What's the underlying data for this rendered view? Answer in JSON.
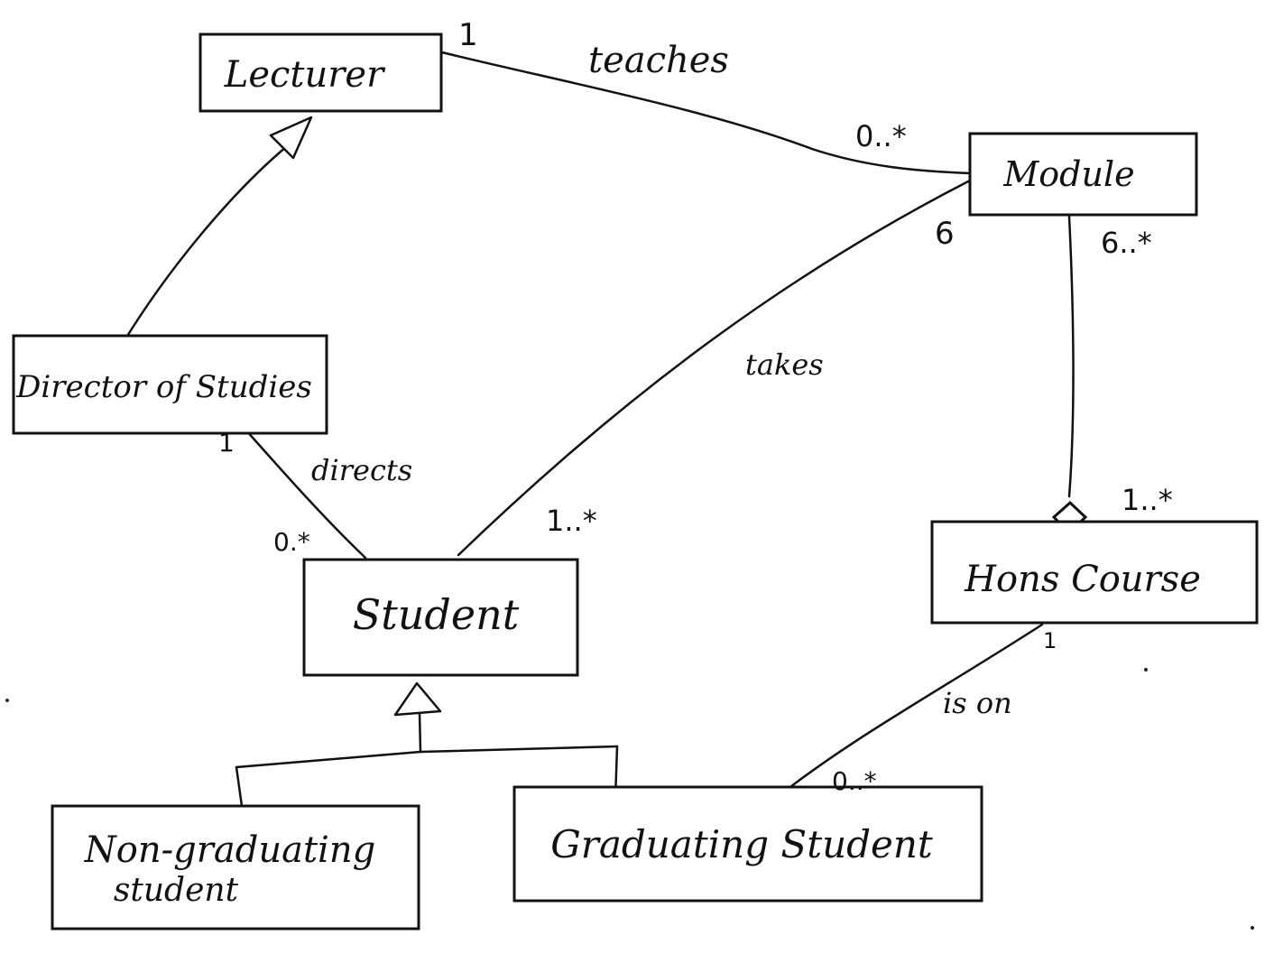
{
  "classes": {
    "lecturer": "Lecturer",
    "module": "Module",
    "director_of_studies": "Director of Studies",
    "student": "Student",
    "hons_course": "Hons Course",
    "non_graduating_student": {
      "line1": "Non-graduating",
      "line2": "student"
    },
    "graduating_student": "Graduating Student"
  },
  "associations": {
    "teaches": {
      "label": "teaches",
      "lecturer_multiplicity": "1",
      "module_multiplicity": "0..*"
    },
    "takes": {
      "label": "takes",
      "module_multiplicity": "6",
      "student_multiplicity": "1..*"
    },
    "directs": {
      "label": "directs",
      "director_multiplicity": "1",
      "student_multiplicity": "0.*"
    },
    "module_course": {
      "module_multiplicity": "6..*",
      "course_multiplicity": "1..*"
    },
    "is_on": {
      "label": "is on",
      "course_multiplicity": "1",
      "student_multiplicity": "0..*"
    }
  }
}
